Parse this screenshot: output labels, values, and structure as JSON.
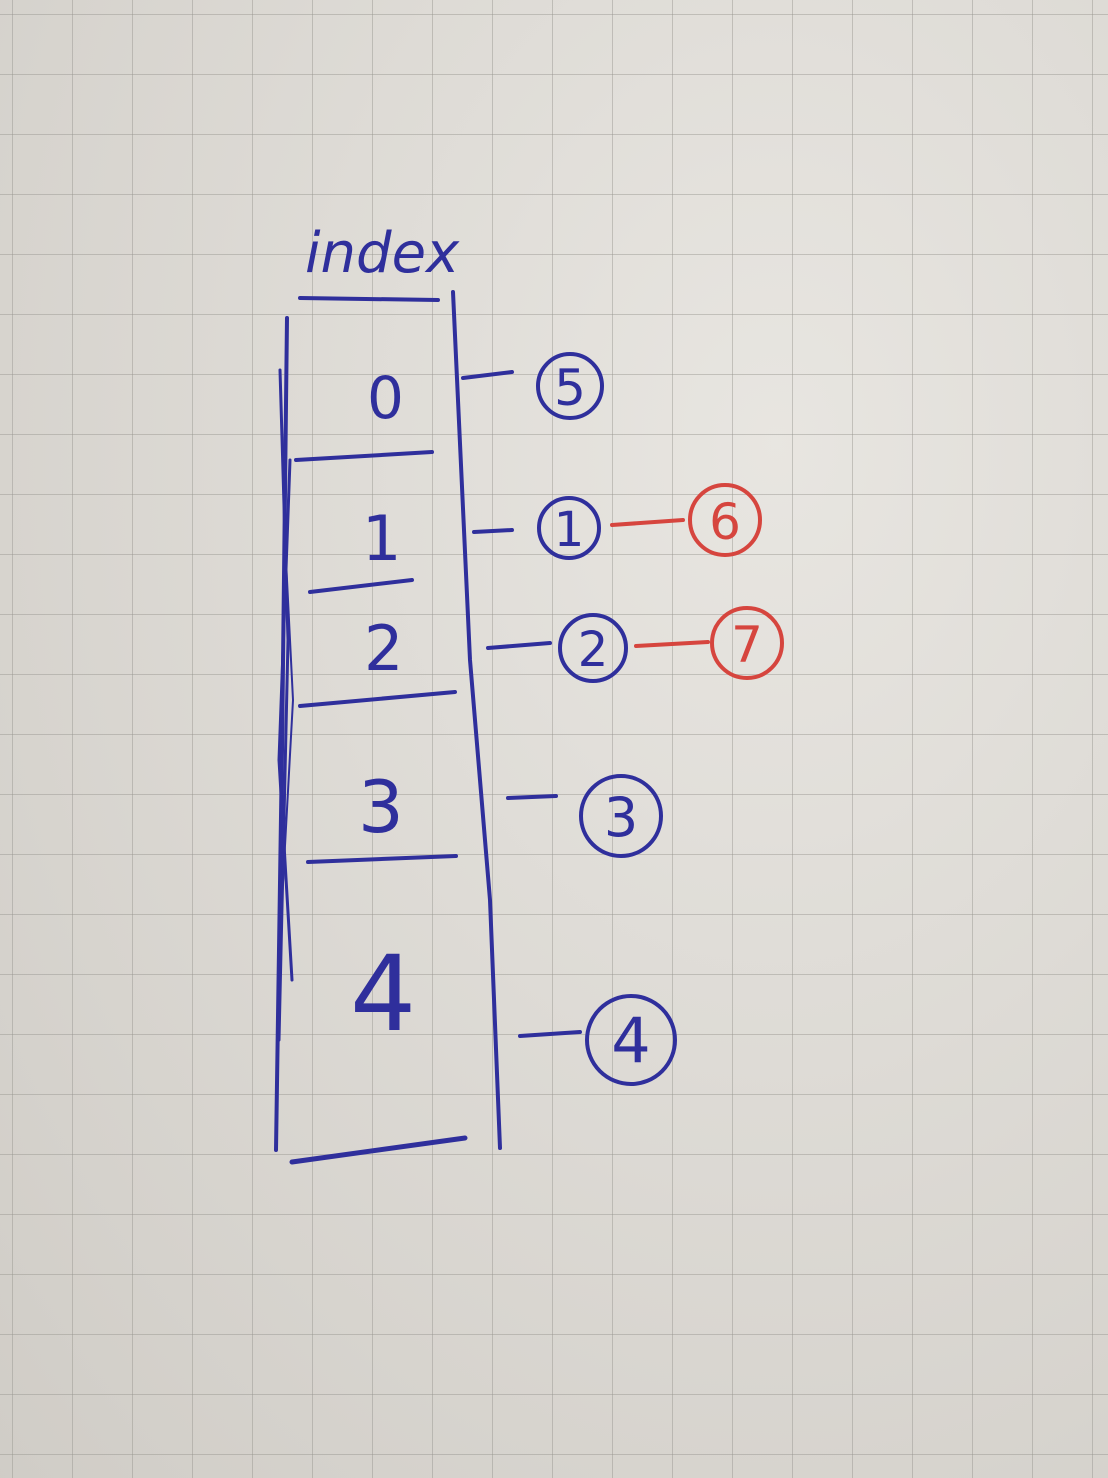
{
  "diagram": {
    "header_label": "index",
    "slots": [
      {
        "index": "0",
        "chain": [
          {
            "value": "5",
            "color": "blue"
          }
        ]
      },
      {
        "index": "1",
        "chain": [
          {
            "value": "1",
            "color": "blue"
          },
          {
            "value": "6",
            "color": "red"
          }
        ]
      },
      {
        "index": "2",
        "chain": [
          {
            "value": "2",
            "color": "blue"
          },
          {
            "value": "7",
            "color": "red"
          }
        ]
      },
      {
        "index": "3",
        "chain": [
          {
            "value": "3",
            "color": "blue"
          }
        ]
      },
      {
        "index": "4",
        "chain": [
          {
            "value": "4",
            "color": "blue"
          }
        ]
      }
    ],
    "colors": {
      "blue_ink": "#2f2f9c",
      "red_ink": "#d6453e",
      "paper": "#dcd9d3",
      "grid": "#96948e"
    }
  }
}
